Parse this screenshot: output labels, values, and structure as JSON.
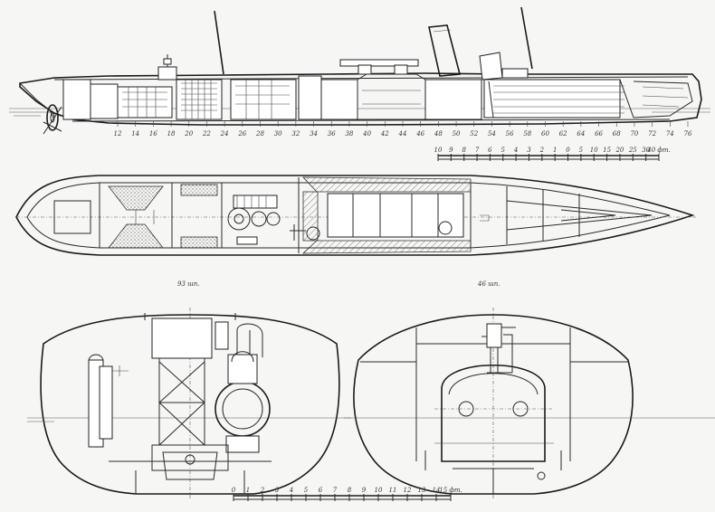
{
  "drawing": {
    "section_left_label": "93 шп.",
    "section_right_label": "46 шп.",
    "frame_numbers": [
      "12",
      "14",
      "16",
      "18",
      "20",
      "22",
      "24",
      "26",
      "28",
      "30",
      "32",
      "34",
      "36",
      "38",
      "40",
      "42",
      "44",
      "46",
      "48",
      "50",
      "52",
      "54",
      "56",
      "58",
      "60",
      "62",
      "64",
      "66",
      "68",
      "70",
      "72",
      "74",
      "76"
    ],
    "scale_top": {
      "labels": [
        "10",
        "9",
        "8",
        "7",
        "6",
        "5",
        "4",
        "3",
        "2",
        "1",
        "0",
        "5",
        "10",
        "15",
        "20",
        "25",
        "30",
        "40 фт."
      ]
    },
    "scale_bottom": {
      "labels": [
        "0",
        "1",
        "2",
        "3",
        "4",
        "5",
        "6",
        "7",
        "8",
        "9",
        "10",
        "11",
        "12",
        "13",
        "14",
        "15 фт."
      ]
    }
  }
}
